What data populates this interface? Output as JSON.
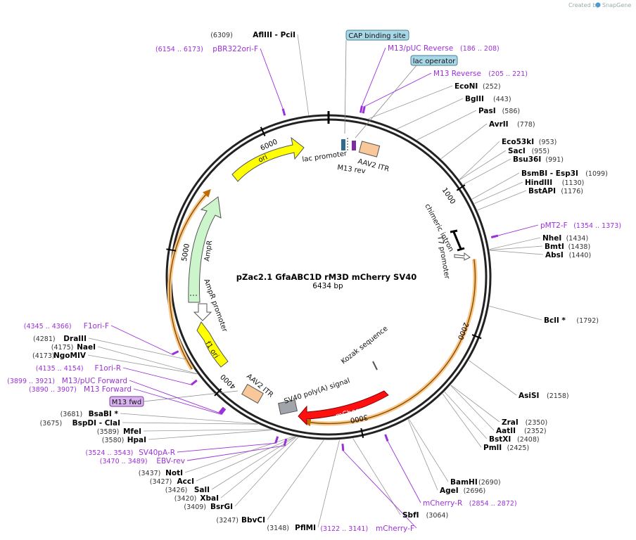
{
  "title": "pZac2.1 GfaABC1D rM3D mCherry SV40",
  "subtitle": "6434 bp",
  "credit": {
    "text": "Created by",
    "brand": "SnapGene"
  },
  "ticks": [
    {
      "label": "1000",
      "bp": 1000
    },
    {
      "label": "2000",
      "bp": 2000
    },
    {
      "label": "3000",
      "bp": 3000
    },
    {
      "label": "4000",
      "bp": 4000
    },
    {
      "label": "5000",
      "bp": 5000
    },
    {
      "label": "6000",
      "bp": 6000
    }
  ],
  "sites": [
    {
      "name": "AflIII - PciI",
      "pos": "(6309)",
      "bp": 6309
    },
    {
      "name": "EcoNI",
      "pos": "(252)",
      "bp": 252
    },
    {
      "name": "BglII",
      "pos": "(443)",
      "bp": 443
    },
    {
      "name": "PasI",
      "pos": "(586)",
      "bp": 586
    },
    {
      "name": "AvrII",
      "pos": "(778)",
      "bp": 778
    },
    {
      "name": "Eco53kI",
      "pos": "(953)",
      "bp": 953
    },
    {
      "name": "SacI",
      "pos": "(955)",
      "bp": 955
    },
    {
      "name": "Bsu36I",
      "pos": "(991)",
      "bp": 991
    },
    {
      "name": "BsmBI - Esp3I",
      "pos": "(1099)",
      "bp": 1099
    },
    {
      "name": "HindIII",
      "pos": "(1130)",
      "bp": 1130
    },
    {
      "name": "BstAPI",
      "pos": "(1176)",
      "bp": 1176
    },
    {
      "name": "NheI",
      "pos": "(1434)",
      "bp": 1434
    },
    {
      "name": "BmtI",
      "pos": "(1438)",
      "bp": 1438
    },
    {
      "name": "AbsI",
      "pos": "(1440)",
      "bp": 1440
    },
    {
      "name": "BclI *",
      "pos": "(1792)",
      "bp": 1792
    },
    {
      "name": "AsiSI",
      "pos": "(2158)",
      "bp": 2158
    },
    {
      "name": "ZraI",
      "pos": "(2350)",
      "bp": 2350
    },
    {
      "name": "AatII",
      "pos": "(2352)",
      "bp": 2352
    },
    {
      "name": "BstXI",
      "pos": "(2408)",
      "bp": 2408
    },
    {
      "name": "PmlI",
      "pos": "(2425)",
      "bp": 2425
    },
    {
      "name": "BamHI",
      "pos": "(2690)",
      "bp": 2690
    },
    {
      "name": "AgeI",
      "pos": "(2696)",
      "bp": 2696
    },
    {
      "name": "SbfI",
      "pos": "(3064)",
      "bp": 3064
    },
    {
      "name": "PflMI",
      "pos": "(3148)",
      "bp": 3148
    },
    {
      "name": "BbvCI",
      "pos": "(3247)",
      "bp": 3247
    },
    {
      "name": "BsrGI",
      "pos": "(3409)",
      "bp": 3409
    },
    {
      "name": "XbaI",
      "pos": "(3420)",
      "bp": 3420
    },
    {
      "name": "SalI",
      "pos": "(3426)",
      "bp": 3426
    },
    {
      "name": "AccI",
      "pos": "(3427)",
      "bp": 3427
    },
    {
      "name": "NotI",
      "pos": "(3437)",
      "bp": 3437
    },
    {
      "name": "HpaI",
      "pos": "(3580)",
      "bp": 3580
    },
    {
      "name": "MfeI",
      "pos": "(3589)",
      "bp": 3589
    },
    {
      "name": "BspDI - ClaI",
      "pos": "(3675)",
      "bp": 3675
    },
    {
      "name": "BsaBI *",
      "pos": "(3681)",
      "bp": 3681
    },
    {
      "name": "NgoMIV",
      "pos": "(4173)",
      "bp": 4173
    },
    {
      "name": "NaeI",
      "pos": "(4175)",
      "bp": 4175
    },
    {
      "name": "DraIII",
      "pos": "(4281)",
      "bp": 4281
    }
  ],
  "primers": [
    {
      "name": "pBR322ori-F",
      "range": "(6154 .. 6173)",
      "bp": 6163
    },
    {
      "name": "M13/pUC Reverse",
      "range": "(186 .. 208)",
      "bp": 197
    },
    {
      "name": "M13 Reverse",
      "range": "(205 .. 221)",
      "bp": 213
    },
    {
      "name": "pMT2-F",
      "range": "(1354 .. 1373)",
      "bp": 1363
    },
    {
      "name": "mCherry-R",
      "range": "(2854 .. 2872)",
      "bp": 2863
    },
    {
      "name": "mCherry-F",
      "range": "(3122 .. 3141)",
      "bp": 3131
    },
    {
      "name": "EBV-rev",
      "range": "(3470 .. 3489)",
      "bp": 3479
    },
    {
      "name": "SV40pA-R",
      "range": "(3524 .. 3543)",
      "bp": 3533
    },
    {
      "name": "M13 Forward",
      "range": "(3890 .. 3907)",
      "bp": 3898
    },
    {
      "name": "M13/pUC Forward",
      "range": "(3899 .. 3921)",
      "bp": 3910
    },
    {
      "name": "F1ori-R",
      "range": "(4135 .. 4154)",
      "bp": 4144
    },
    {
      "name": "F1ori-F",
      "range": "(4345 .. 4366)",
      "bp": 4355
    }
  ],
  "boxed_labels": [
    {
      "text": "CAP binding site",
      "color": "#a8d8e8"
    },
    {
      "text": "lac operator",
      "color": "#a8d8e8"
    },
    {
      "text": "M13 fwd",
      "color": "#d9b3ef"
    }
  ],
  "features": [
    {
      "name": "ori",
      "color": "#ffff00",
      "direction": "cw"
    },
    {
      "name": "AmpR",
      "color": "#ccf5cc",
      "direction": "ccw"
    },
    {
      "name": "f1 ori",
      "color": "#ffff00",
      "direction": "ccw"
    },
    {
      "name": "mCherry",
      "color": "#ff1010",
      "direction": "ccw"
    },
    {
      "name": "AAV2 ITR",
      "color": "#f8c89a"
    },
    {
      "name": "AAV2 ITR",
      "color": "#f8c89a"
    },
    {
      "name": "SV40 poly(A) signal",
      "color": "#a0a4ab"
    },
    {
      "name": "lac promoter"
    },
    {
      "name": "M13 rev"
    },
    {
      "name": "AmpR promoter"
    },
    {
      "name": "chimeric intron"
    },
    {
      "name": "T7 promoter"
    },
    {
      "name": "Kozak sequence"
    }
  ]
}
